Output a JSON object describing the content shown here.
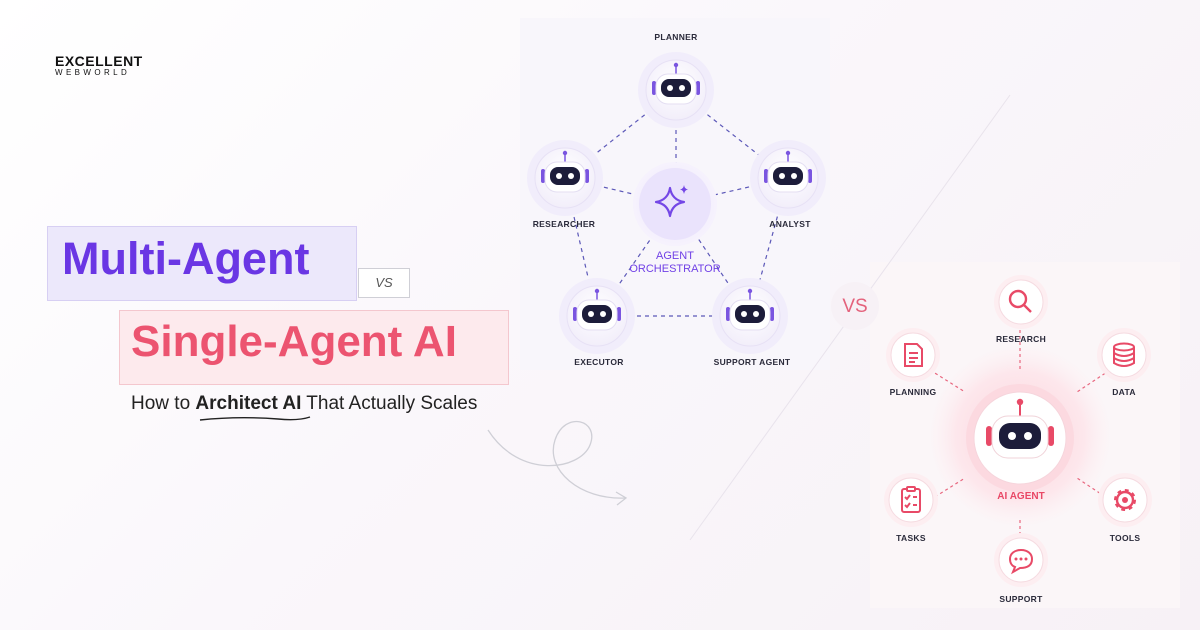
{
  "brand": {
    "line1": "EXCELLENT",
    "line2": "WEBWORLD"
  },
  "heading": {
    "multi": "Multi-Agent",
    "vs_small": "VS",
    "single": "Single-Agent AI",
    "subtitle_before": "How to ",
    "subtitle_emphasis": "Architect AI",
    "subtitle_after": " That Actually Scales"
  },
  "multi_agent": {
    "orchestrator_line1": "AGENT",
    "orchestrator_line2": "ORCHESTRATOR",
    "agents": {
      "planner": "PLANNER",
      "researcher": "RESEARCHER",
      "analyst": "ANALYST",
      "executor": "EXECUTOR",
      "support": "SUPPORT AGENT"
    }
  },
  "vs_big": "VS",
  "single_agent": {
    "center": "AI AGENT",
    "tools": {
      "research": "RESEARCH",
      "planning": "PLANNING",
      "data": "DATA",
      "tasks": "TASKS",
      "tools": "TOOLS",
      "support": "SUPPORT"
    }
  },
  "colors": {
    "purple": "#6a36e4",
    "pink": "#ec5470",
    "purple_bg": "#ece8fb",
    "pink_bg": "#fdeaed"
  },
  "icons": [
    "robot-icon",
    "sparkle-icon",
    "search-icon",
    "document-icon",
    "database-icon",
    "checklist-icon",
    "gear-icon",
    "chat-icon"
  ]
}
